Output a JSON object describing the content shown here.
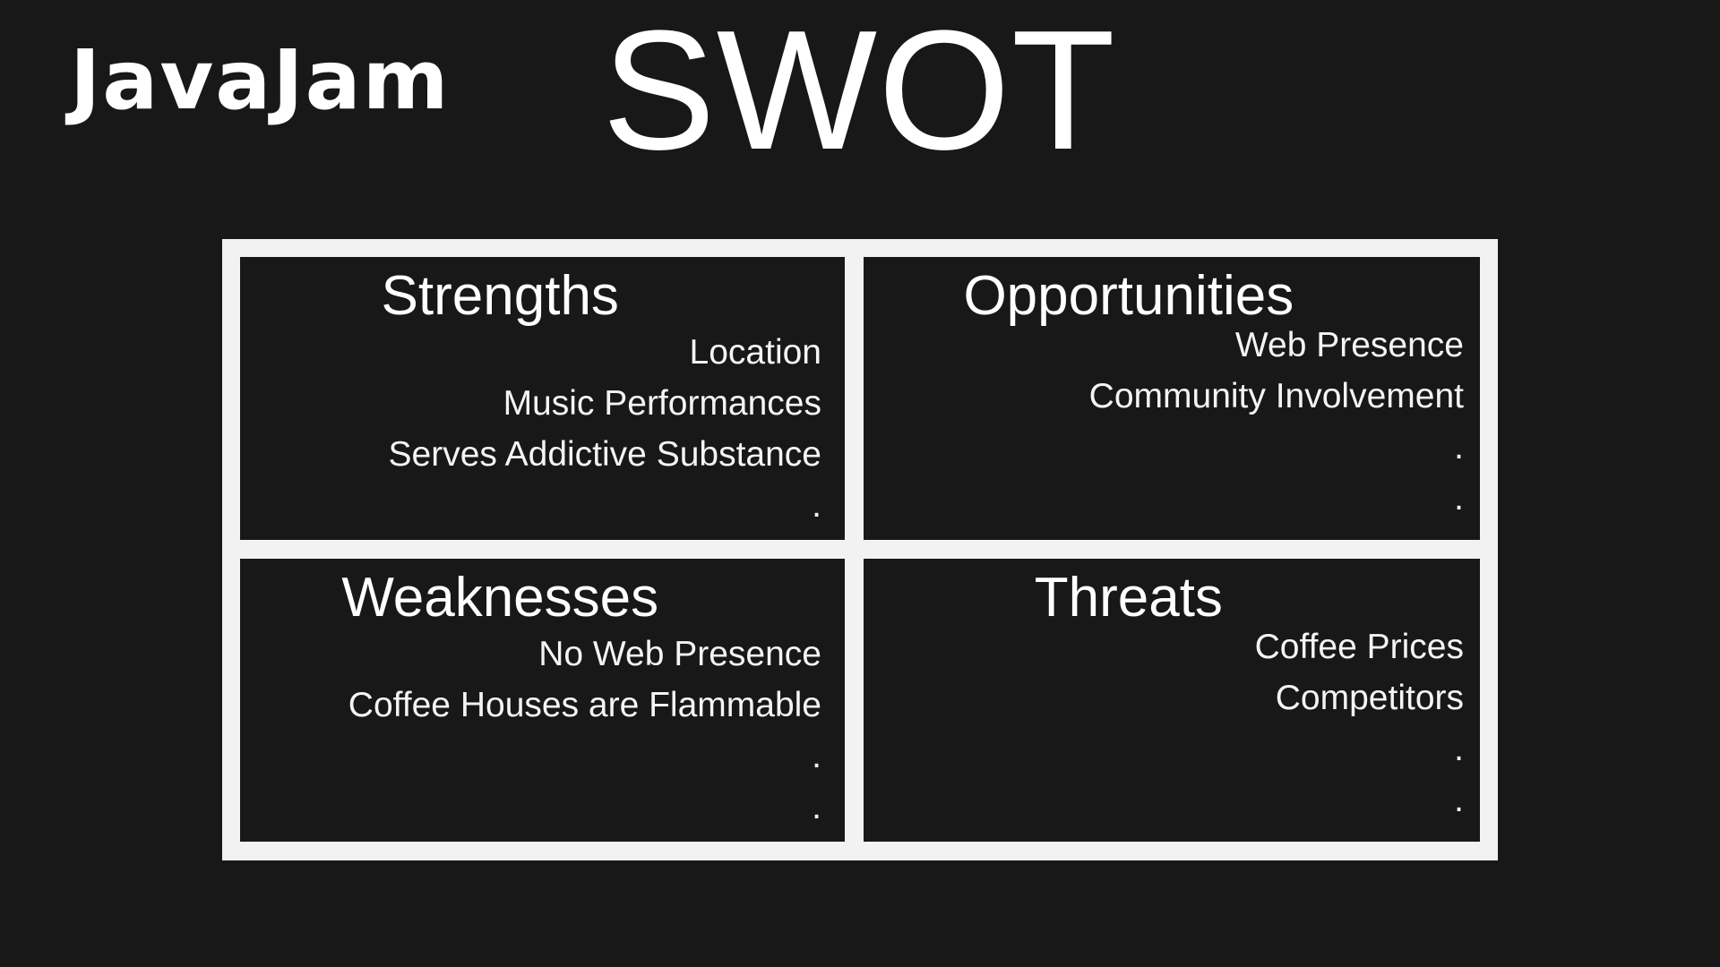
{
  "logo": {
    "text": "JavaJam"
  },
  "title": "SWOT",
  "colors": {
    "background": "#181818",
    "frame": "#f2f2f2",
    "text": "#ffffff"
  },
  "quadrants": {
    "strengths": {
      "title": "Strengths",
      "items": [
        "Location",
        "Music Performances",
        "Serves Addictive Substance",
        "."
      ]
    },
    "opportunities": {
      "title": "Opportunities",
      "items": [
        "Web Presence",
        "Community Involvement",
        ".",
        "."
      ]
    },
    "weaknesses": {
      "title": "Weaknesses",
      "items": [
        "No Web Presence",
        "Coffee Houses are Flammable",
        ".",
        "."
      ]
    },
    "threats": {
      "title": "Threats",
      "items": [
        "Coffee Prices",
        "Competitors",
        ".",
        "."
      ]
    }
  }
}
